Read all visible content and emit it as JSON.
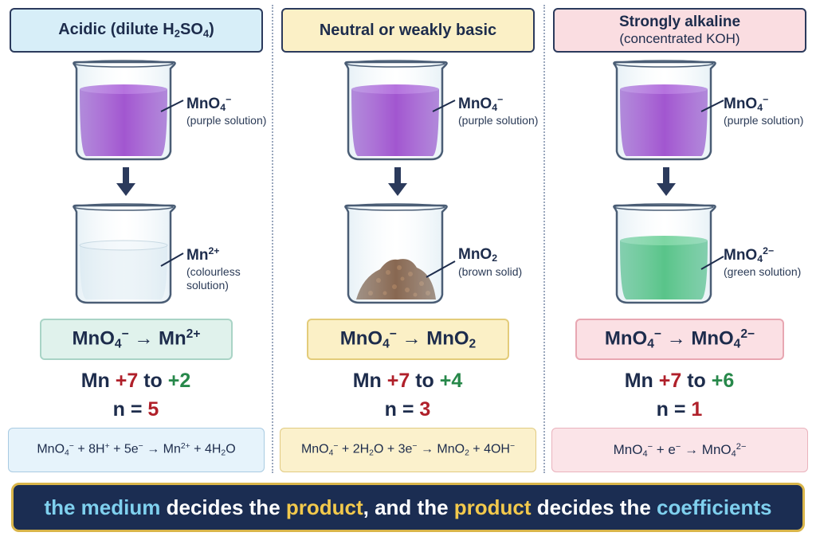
{
  "colors": {
    "permanganate": "#8a2cc4",
    "colourless": "#e8f1f6",
    "brown_solid": "#6a4226",
    "green_solution": "#2fb56c",
    "banner_bg": "#1b2d52",
    "plus_seven": "#b0202a",
    "final_state": "#27884a"
  },
  "columns": [
    {
      "header_a": "Acidic (dilute H",
      "header_sub": "2",
      "header_b": "SO",
      "header_sub2": "4",
      "header_c": ")",
      "top_species": "MnO",
      "top_species_sub": "4",
      "top_species_sup": "−",
      "top_desc": "(purple solution)",
      "bottom_species": "Mn",
      "bottom_species_sup": "2+",
      "bottom_desc_1": "(colourless",
      "bottom_desc_2": "solution)",
      "rx_left": "MnO",
      "rx_left_sub": "4",
      "rx_left_sup": "−",
      "rx_arrow": "→",
      "rx_right": "Mn",
      "rx_right_sup": "2+",
      "ox_prefix": "Mn ",
      "ox_from": "+7",
      "ox_mid": " to ",
      "ox_to": "+2",
      "n_prefix": "n = ",
      "n_value": "5",
      "equation_parts": [
        "MnO",
        "4",
        "−",
        " + 8H",
        "+",
        " + 5e",
        "−",
        " → Mn",
        "2+",
        " + 4H",
        "2",
        "O"
      ]
    },
    {
      "header": "Neutral or weakly basic",
      "top_species": "MnO",
      "top_species_sub": "4",
      "top_species_sup": "−",
      "top_desc": "(purple solution)",
      "bottom_species": "MnO",
      "bottom_species_sub": "2",
      "bottom_desc": "(brown solid)",
      "rx_left": "MnO",
      "rx_left_sub": "4",
      "rx_left_sup": "−",
      "rx_arrow": "→",
      "rx_right": "MnO",
      "rx_right_sub": "2",
      "ox_prefix": "Mn ",
      "ox_from": "+7",
      "ox_mid": " to ",
      "ox_to": "+4",
      "n_prefix": "n = ",
      "n_value": "3",
      "equation_parts": [
        "MnO",
        "4",
        "−",
        " + 2H",
        "2",
        "O + 3e",
        "−",
        " → MnO",
        "2",
        " + 4OH",
        "−"
      ]
    },
    {
      "header_1": "Strongly alkaline",
      "header_2": "(concentrated KOH)",
      "top_species": "MnO",
      "top_species_sub": "4",
      "top_species_sup": "−",
      "top_desc": "(purple solution)",
      "bottom_species": "MnO",
      "bottom_species_sub": "4",
      "bottom_species_sup": "2−",
      "bottom_desc": "(green solution)",
      "rx_left": "MnO",
      "rx_left_sub": "4",
      "rx_left_sup": "−",
      "rx_arrow": "→",
      "rx_right": "MnO",
      "rx_right_sub": "4",
      "rx_right_sup": "2−",
      "ox_prefix": "Mn ",
      "ox_from": "+7",
      "ox_mid": " to ",
      "ox_to": "+6",
      "n_prefix": "n = ",
      "n_value": "1",
      "equation_parts": [
        "MnO",
        "4",
        "−",
        " + e",
        "−",
        " → MnO",
        "4",
        "2−"
      ]
    }
  ],
  "banner": {
    "part1": "the medium",
    "part2": " decides the ",
    "part3": "product",
    "part4": ", and the ",
    "part5": "product",
    "part6": " decides the ",
    "part7": "coefficients"
  }
}
